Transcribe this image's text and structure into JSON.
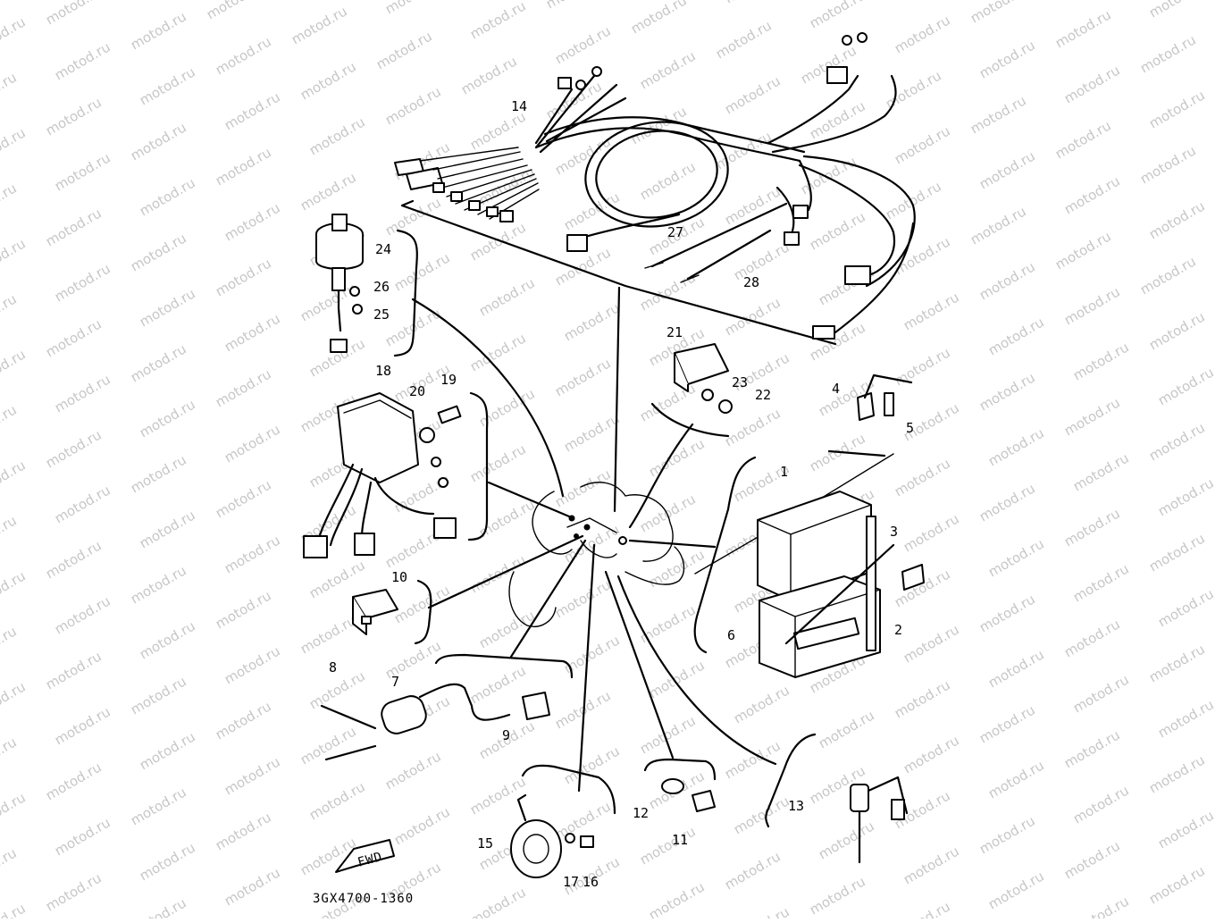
{
  "diagram": {
    "drawing_code": "3GX4700-1360",
    "direction_marker": "FWD",
    "watermark_text": "motod.ru",
    "callouts": [
      {
        "id": "c1",
        "label": "1"
      },
      {
        "id": "c2",
        "label": "2"
      },
      {
        "id": "c3",
        "label": "3"
      },
      {
        "id": "c4",
        "label": "4"
      },
      {
        "id": "c5",
        "label": "5"
      },
      {
        "id": "c6",
        "label": "6"
      },
      {
        "id": "c7",
        "label": "7"
      },
      {
        "id": "c8",
        "label": "8"
      },
      {
        "id": "c9",
        "label": "9"
      },
      {
        "id": "c10",
        "label": "10"
      },
      {
        "id": "c11",
        "label": "11"
      },
      {
        "id": "c12",
        "label": "12"
      },
      {
        "id": "c13",
        "label": "13"
      },
      {
        "id": "c14",
        "label": "14"
      },
      {
        "id": "c15",
        "label": "15"
      },
      {
        "id": "c16",
        "label": "16"
      },
      {
        "id": "c17",
        "label": "17"
      },
      {
        "id": "c18",
        "label": "18"
      },
      {
        "id": "c19",
        "label": "19"
      },
      {
        "id": "c20",
        "label": "20"
      },
      {
        "id": "c21",
        "label": "21"
      },
      {
        "id": "c22",
        "label": "22"
      },
      {
        "id": "c23",
        "label": "23"
      },
      {
        "id": "c24",
        "label": "24"
      },
      {
        "id": "c25",
        "label": "25"
      },
      {
        "id": "c26",
        "label": "26"
      },
      {
        "id": "c27",
        "label": "27"
      },
      {
        "id": "c28",
        "label": "28"
      }
    ]
  }
}
